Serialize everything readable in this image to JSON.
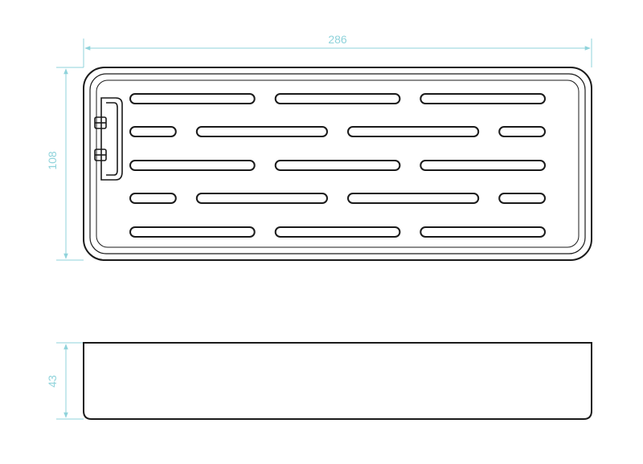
{
  "dimensions": {
    "width": "286",
    "depth": "108",
    "height": "43"
  },
  "colors": {
    "dimension": "#8fd3db",
    "outline": "#1a1a1a"
  },
  "slot_rows": [
    [
      1,
      1,
      1
    ],
    [
      0.35,
      1,
      1,
      0.35
    ],
    [
      1,
      1,
      1
    ],
    [
      0.35,
      1,
      1,
      0.35
    ],
    [
      1,
      1,
      1
    ]
  ]
}
